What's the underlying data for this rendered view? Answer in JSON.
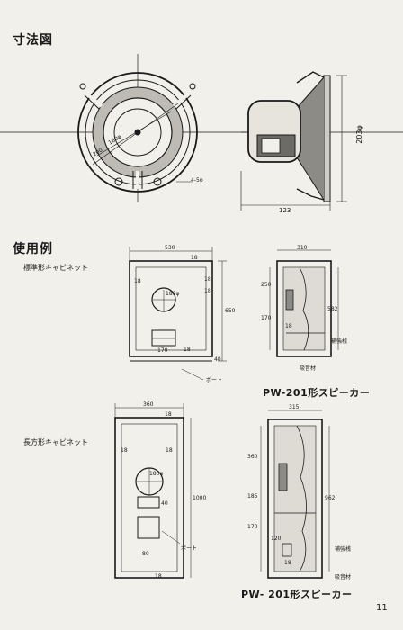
{
  "sections": {
    "dimensions_title": "寸法図",
    "usage_title": "使用例"
  },
  "speaker": {
    "dim_203": "203φ",
    "dim_123": "123",
    "dim_holes": "4-5φ",
    "dim_front_1": "200",
    "dim_front_2": "180φ"
  },
  "cabinet_standard": {
    "label": "標準形キャビネット",
    "width": "530",
    "height": "650",
    "depth": "310",
    "inner_height": "582",
    "cut_18_a": "18",
    "cut_18_b": "18",
    "cut_18_c": "18",
    "cut_18_d": "18",
    "cut_18_e": "18",
    "cut_18_f": "18",
    "hole": "180φ",
    "port_width": "170",
    "base": "40",
    "port_label": "ポート",
    "side_250": "250",
    "side_170": "170",
    "reinforce": "補強桟",
    "absorb": "吸音材",
    "caption": "PW-201形スピーカー"
  },
  "cabinet_tall": {
    "label": "長方形キャビネット",
    "width": "360",
    "height": "1000",
    "depth": "315",
    "inner_height": "962",
    "cut_18_a": "18",
    "cut_18_b": "18",
    "cut_18_c": "18",
    "cut_18_d": "18",
    "cut_18_e": "18",
    "hole": "180φ",
    "port_40": "40",
    "port_80": "80",
    "port_label": "ポート",
    "side_360": "360",
    "side_185": "185",
    "side_170": "170",
    "side_120": "120",
    "reinforce": "補強桟",
    "absorb": "吸音材",
    "caption": "PW- 201形スピーカー"
  },
  "page_number": "11"
}
